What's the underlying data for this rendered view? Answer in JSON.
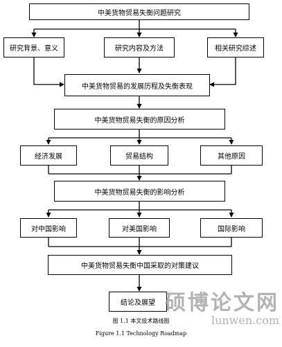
{
  "diagram": {
    "title_box": "中美货物贸易失衡问题研究",
    "row1": [
      "研究背景、意义",
      "研究内容及方法",
      "相关研究综述"
    ],
    "history_box": "中美货物贸易的发展历程及失衡表现",
    "cause_box": "中美货物贸易失衡的原因分析",
    "causes": [
      "经济发展",
      "贸易结构",
      "其他原因"
    ],
    "impact_box": "中美货物贸易失衡的影响分析",
    "impacts": [
      "对中国影响",
      "对美国影响",
      "国际影响"
    ],
    "policy_box": "中美货物贸易失衡中国采取的对策建议",
    "conclusion_box": "结论及展望"
  },
  "caption_cn": "图 1.1 本文技术路线图",
  "caption_en": "Figure 1.1 Technology Roadmap",
  "watermark": {
    "text_cn": "硕博论文网",
    "url": "lunwen.com"
  }
}
